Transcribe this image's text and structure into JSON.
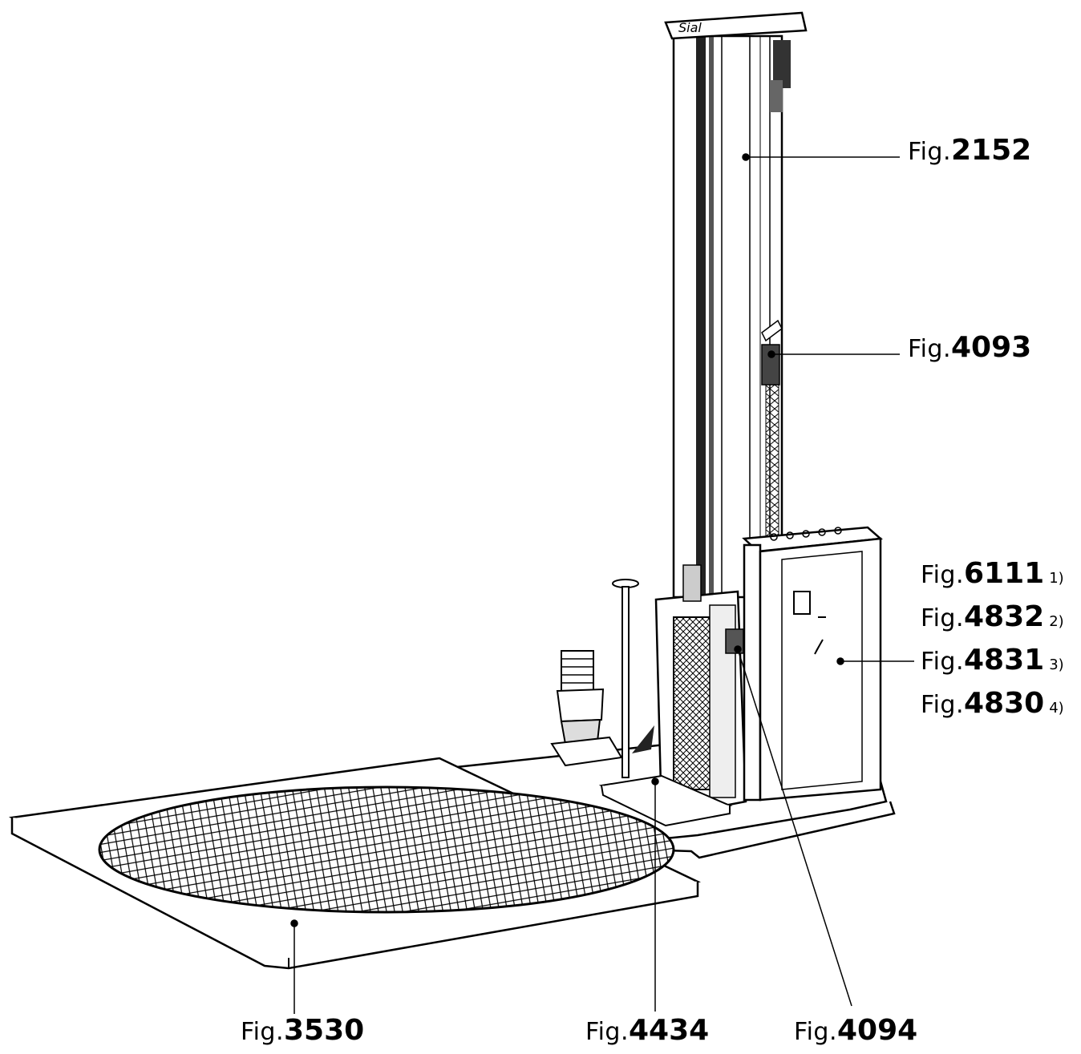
{
  "figure": {
    "callouts": [
      {
        "id": "2152",
        "prefix": "Fig.",
        "number": "2152",
        "suffix": ""
      },
      {
        "id": "4093",
        "prefix": "Fig.",
        "number": "4093",
        "suffix": ""
      },
      {
        "id": "6111",
        "prefix": "Fig.",
        "number": "6111",
        "suffix": "1)"
      },
      {
        "id": "4832",
        "prefix": "Fig.",
        "number": "4832",
        "suffix": "2)"
      },
      {
        "id": "4831",
        "prefix": "Fig.",
        "number": "4831",
        "suffix": "3)"
      },
      {
        "id": "4830",
        "prefix": "Fig.",
        "number": "4830",
        "suffix": "4)"
      },
      {
        "id": "3530",
        "prefix": "Fig.",
        "number": "3530",
        "suffix": ""
      },
      {
        "id": "4434",
        "prefix": "Fig.",
        "number": "4434",
        "suffix": ""
      },
      {
        "id": "4094",
        "prefix": "Fig.",
        "number": "4094",
        "suffix": ""
      }
    ],
    "logo_text": "Sial",
    "colors": {
      "line": "#000000",
      "fill": "#ffffff",
      "shade": "#d9d9d9"
    }
  }
}
